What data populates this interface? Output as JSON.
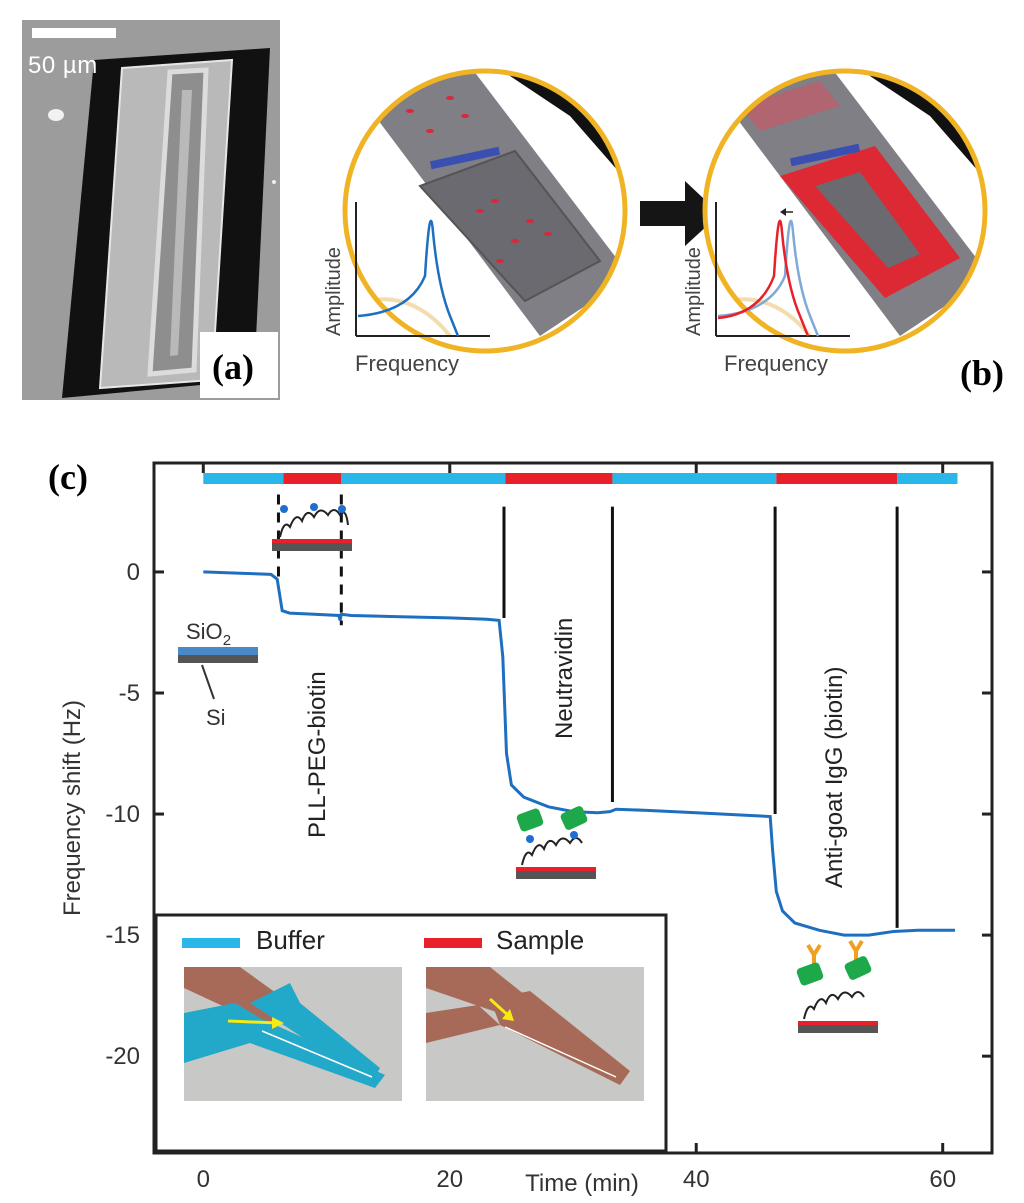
{
  "panel_a": {
    "label": "(a)",
    "scale_bar": "50 µm"
  },
  "panel_b": {
    "label": "(b)",
    "left_inset": {
      "y_axis": "Amplitude",
      "x_axis": "Frequency"
    },
    "right_inset": {
      "y_axis": "Amplitude",
      "x_axis": "Frequency"
    }
  },
  "panel_c": {
    "label": "(c)",
    "substrate": {
      "oxide": "SiO2",
      "oxide_base": "SiO",
      "oxide_sub": "2",
      "silicon": "Si"
    },
    "steps": [
      "PLL-PEG-biotin",
      "Neutravidin",
      "Anti-goat IgG (biotin)"
    ],
    "legend": {
      "buffer": "Buffer",
      "sample": "Sample"
    },
    "colors": {
      "buffer": "#29b6e8",
      "sample": "#e8202a",
      "trace": "#1e6fc0"
    }
  },
  "chart_data": {
    "type": "line",
    "xlabel": "Time (min)",
    "ylabel": "Frequency shift (Hz)",
    "xlim": [
      -4,
      64
    ],
    "ylim": [
      -24,
      4.5
    ],
    "xticks": [
      0,
      20,
      40,
      60
    ],
    "xtick_labels": [
      "0",
      "20",
      "40",
      "60"
    ],
    "yticks": [
      0,
      -5,
      -10,
      -15,
      -20
    ],
    "ytick_labels": [
      "0",
      "-5",
      "-10",
      "-15",
      "-20"
    ],
    "series": [
      {
        "x": [
          0,
          3,
          5.5,
          6.0,
          6.4,
          7,
          9,
          11,
          11.1,
          11.2,
          12,
          16,
          20,
          23,
          24,
          24.3,
          24.6,
          25,
          26,
          28,
          30,
          32,
          33,
          33.5,
          36,
          40,
          44,
          46,
          46.2,
          46.5,
          47,
          48,
          50,
          52,
          54,
          56,
          58,
          61
        ],
        "y": [
          0,
          -0.05,
          -0.1,
          -0.3,
          -1.6,
          -1.7,
          -1.75,
          -1.8,
          -2.0,
          -1.75,
          -1.8,
          -1.85,
          -1.9,
          -1.95,
          -2.0,
          -3.5,
          -7.5,
          -8.8,
          -9.3,
          -9.7,
          -9.9,
          -9.95,
          -9.9,
          -9.8,
          -9.85,
          -9.95,
          -10.05,
          -10.1,
          -11.5,
          -13.2,
          -14.0,
          -14.5,
          -14.8,
          -15.0,
          -15.0,
          -14.85,
          -14.8,
          -14.8
        ]
      }
    ],
    "flow_segments": [
      {
        "type": "buffer",
        "start": 0,
        "end": 6.5
      },
      {
        "type": "sample",
        "start": 6.5,
        "end": 11.2
      },
      {
        "type": "buffer",
        "start": 11.2,
        "end": 24.5
      },
      {
        "type": "sample",
        "start": 24.5,
        "end": 33.2
      },
      {
        "type": "buffer",
        "start": 33.2,
        "end": 46.5
      },
      {
        "type": "sample",
        "start": 46.5,
        "end": 56.3
      },
      {
        "type": "buffer",
        "start": 56.3,
        "end": 61.2
      }
    ],
    "event_times": [
      6.1,
      11.2,
      24.4,
      33.2,
      46.4,
      56.3
    ],
    "grid": false
  }
}
